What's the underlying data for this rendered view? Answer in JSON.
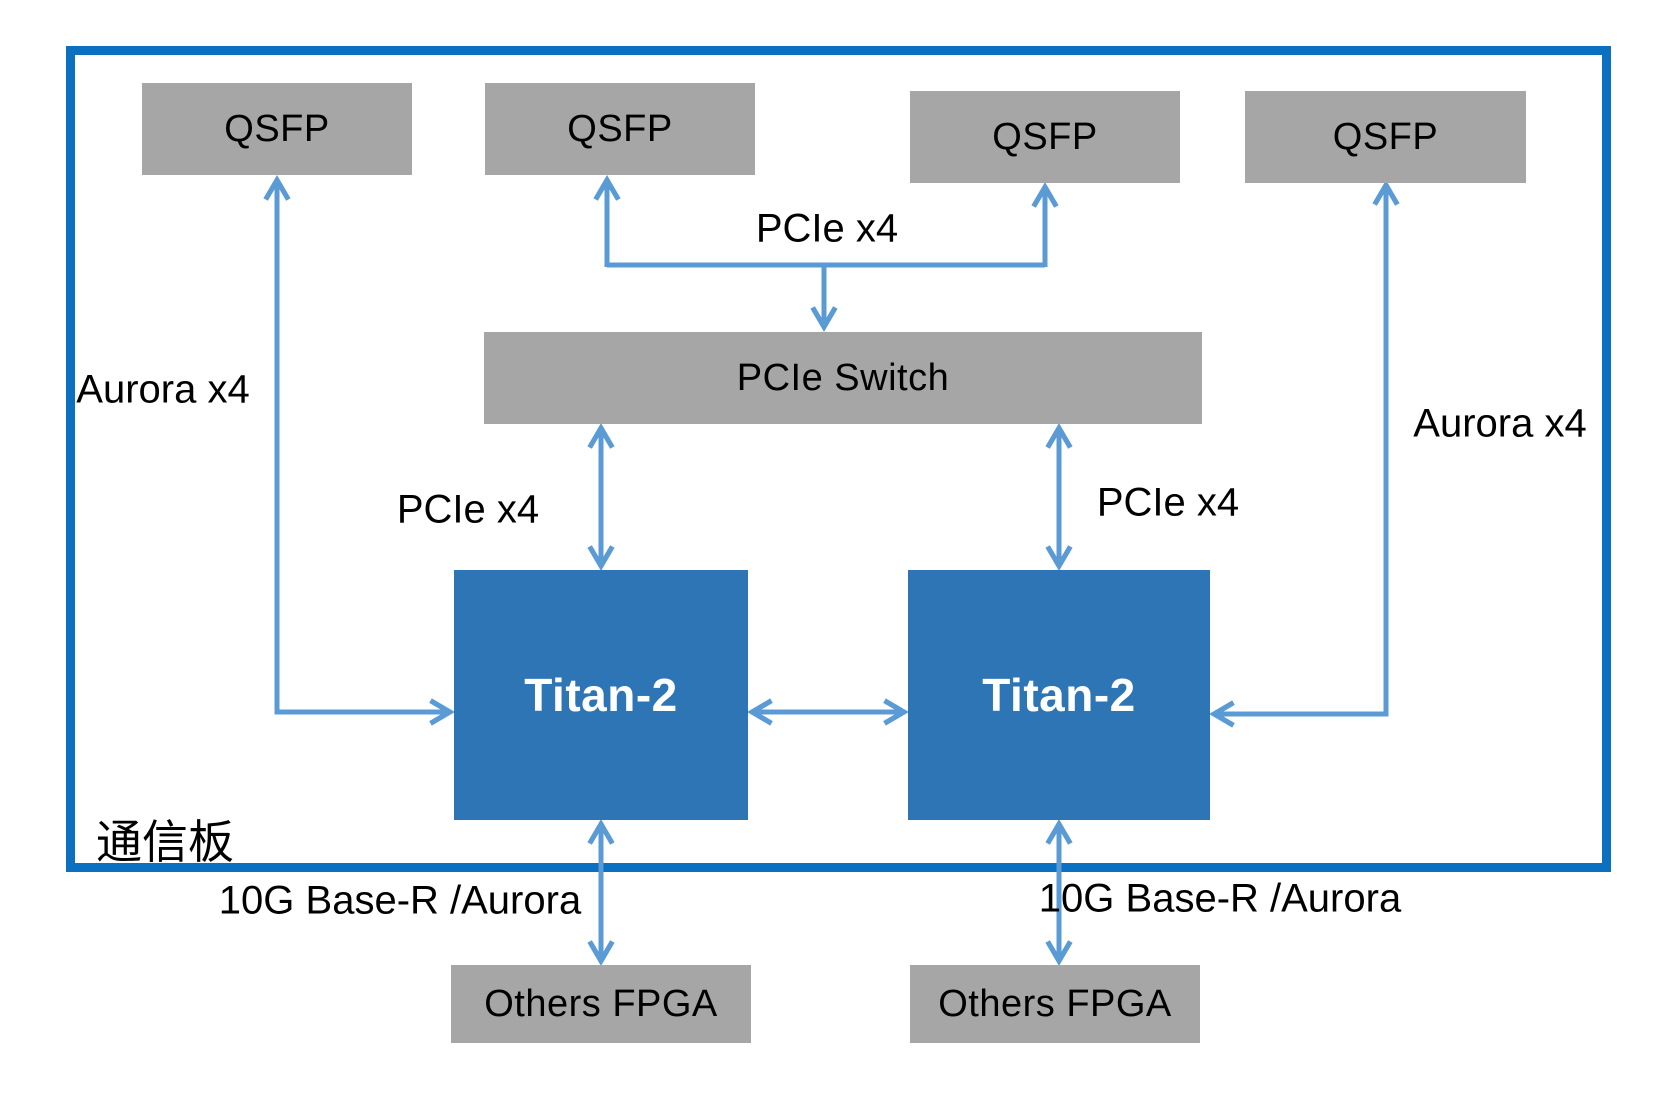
{
  "diagram": {
    "title_hint": "communication board block diagram",
    "board": {
      "label": "通信板"
    },
    "nodes": {
      "qsfp_1": "QSFP",
      "qsfp_2": "QSFP",
      "qsfp_3": "QSFP",
      "qsfp_4": "QSFP",
      "pcie_switch": "PCIe Switch",
      "titan_left": "Titan-2",
      "titan_right": "Titan-2",
      "others_fpga_left": "Others FPGA",
      "others_fpga_right": "Others FPGA"
    },
    "labels": {
      "pcie_x4_top": "PCIe x4",
      "pcie_x4_left": "PCIe x4",
      "pcie_x4_right": "PCIe x4",
      "aurora_x4_left": "Aurora x4",
      "aurora_x4_right": "Aurora x4",
      "link_left": "10G Base-R /Aurora",
      "link_right": "10G Base-R /Aurora"
    },
    "colors": {
      "border_blue": "#0b70c0",
      "arrow_blue": "#5b9bd5",
      "titan_blue": "#2e75b6",
      "box_gray": "#a6a6a6",
      "titan_text": "#ffffff",
      "text_black": "#000000"
    }
  }
}
